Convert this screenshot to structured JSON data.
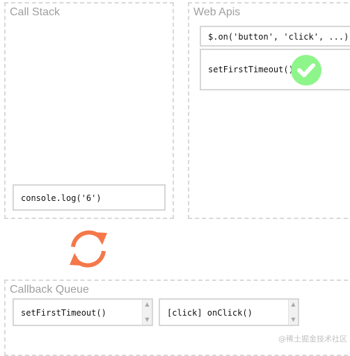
{
  "call_stack": {
    "title": "Call Stack",
    "items": [
      "console.log('6')"
    ]
  },
  "web_apis": {
    "title": "Web Apis",
    "items": [
      "$.on('button', 'click', ...)",
      "setFirstTimeout()"
    ]
  },
  "callback_queue": {
    "title": "Callback Queue",
    "items": [
      "setFirstTimeout()",
      "[click] onClick()"
    ]
  },
  "event_loop": {
    "icon": "refresh-icon",
    "color": "#f4784a"
  },
  "status": {
    "icon": "checkmark-icon",
    "color": "#8ef58a"
  },
  "watermark": "@稀土掘金技术社区"
}
